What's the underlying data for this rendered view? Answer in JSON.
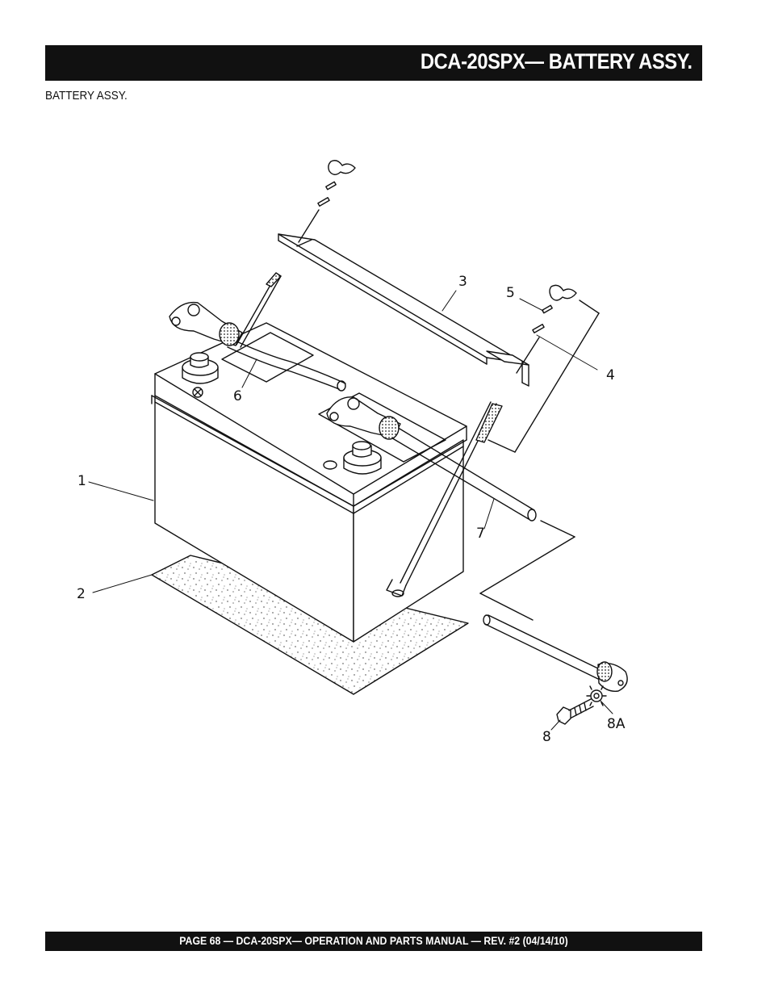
{
  "header": {
    "title": "DCA-20SPX— BATTERY ASSY."
  },
  "subtitle": "BATTERY ASSY.",
  "figure": {
    "callouts": {
      "c1": "1",
      "c2": "2",
      "c3": "3",
      "c4": "4",
      "c5": "5",
      "c6": "6",
      "c7": "7",
      "c8": "8",
      "c8a": "8A"
    }
  },
  "footer": {
    "text": "PAGE 68 — DCA-20SPX—  OPERATION AND PARTS  MANUAL — REV. #2  (04/14/10)"
  }
}
